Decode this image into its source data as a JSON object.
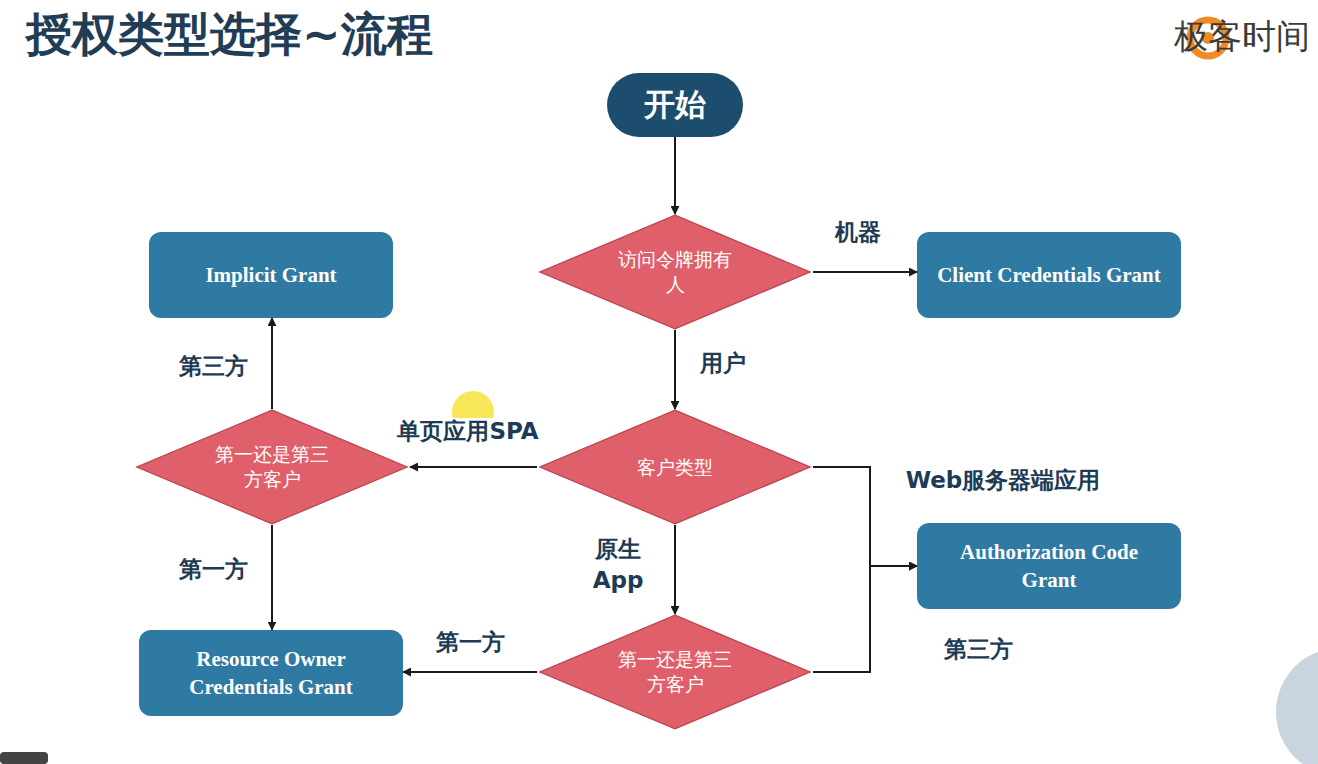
{
  "diagram": {
    "title": "授权类型选择~流程",
    "nodes": [
      {
        "text": [
          "开始"
        ]
      },
      {
        "text": [
          "访问令牌拥有人"
        ]
      },
      {
        "text": [
          "Implicit Grant"
        ]
      },
      {
        "text": [
          "Client Credentials Grant"
        ]
      },
      {
        "text": [
          "第一还是第三方客户"
        ]
      },
      {
        "text": [
          "客户类型"
        ]
      },
      {
        "text": [
          "Authorization Code Grant"
        ]
      },
      {
        "text": [
          "Resource Owner Credentials Grant"
        ]
      },
      {
        "text": [
          "第一还是第三方客户"
        ]
      }
    ],
    "edges": [
      {
        "from": 0,
        "to": 1,
        "arrow": "to"
      },
      {
        "from": 1,
        "to": 3,
        "label": "机器",
        "arrow": "to"
      },
      {
        "from": 1,
        "to": 5,
        "label": "用户",
        "arrow": "to"
      },
      {
        "from": 5,
        "to": 4,
        "label": "单页应用SPA",
        "arrow": "to"
      },
      {
        "from": 4,
        "to": 2,
        "label": "第三方",
        "arrow": "to"
      },
      {
        "from": 4,
        "to": 7,
        "label": "第一方",
        "arrow": "to"
      },
      {
        "from": 5,
        "to": 6,
        "label": "Web服务器端应用",
        "arrow": "to"
      },
      {
        "from": 5,
        "to": 8,
        "label": "原生 App",
        "arrow": "to"
      },
      {
        "from": 8,
        "to": 7,
        "label": "第一方",
        "arrow": "to"
      },
      {
        "from": 8,
        "to": 6,
        "label": "第三方",
        "arrow": "to"
      }
    ],
    "labels": [
      "极客时间"
    ]
  }
}
